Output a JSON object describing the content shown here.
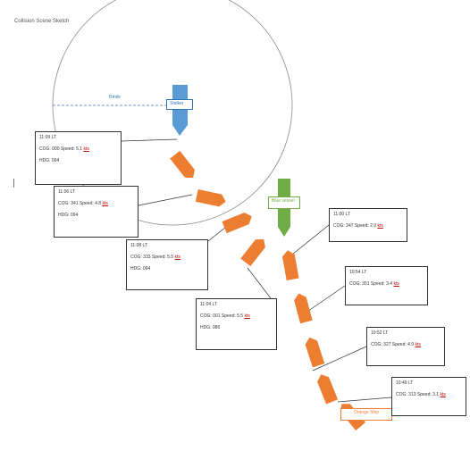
{
  "title": "Collision Scene Sketch",
  "radius_label": "Rmile",
  "vessels": {
    "stalker": "Stalker",
    "blue": "Blue vessel",
    "orange": "Orange Ship"
  },
  "callouts": [
    {
      "time": "11:09 LT",
      "cog": "COG: 000 Speed: 5.1",
      "unit": "kts",
      "hdg": "HDG: 094"
    },
    {
      "time": "11:06 LT",
      "cog": "COG: 341 Speed: 4.8",
      "unit": "kts",
      "hdg": "HDG: 094"
    },
    {
      "time": "11:00 LT",
      "cog": "COG: 347 Speed: 2.9",
      "unit": "kts",
      "hdg": ""
    },
    {
      "time": "11:08 LT",
      "cog": "COG: 333 Speed: 5.5",
      "unit": "kts",
      "hdg": "HDG: 094"
    },
    {
      "time": "10:54 LT",
      "cog": "COG: 351 Speed: 3.4",
      "unit": "kts",
      "hdg": ""
    },
    {
      "time": "11:04 LT",
      "cog": "COG: 001 Speed: 5.5",
      "unit": "kts",
      "hdg": "HDG: 086"
    },
    {
      "time": "10:52 LT",
      "cog": "COG: 327 Speed: 4.9",
      "unit": "kts",
      "hdg": ""
    },
    {
      "time": "10:49 LT",
      "cog": "COG: 313 Speed: 3.1",
      "unit": "kts",
      "hdg": ""
    }
  ],
  "colors": {
    "stalker": "#2f75b5",
    "blue_vessel": "#70ad47",
    "orange_ship": "#ed7d31",
    "circle": "#8a8a8a",
    "leader": "#333333"
  }
}
